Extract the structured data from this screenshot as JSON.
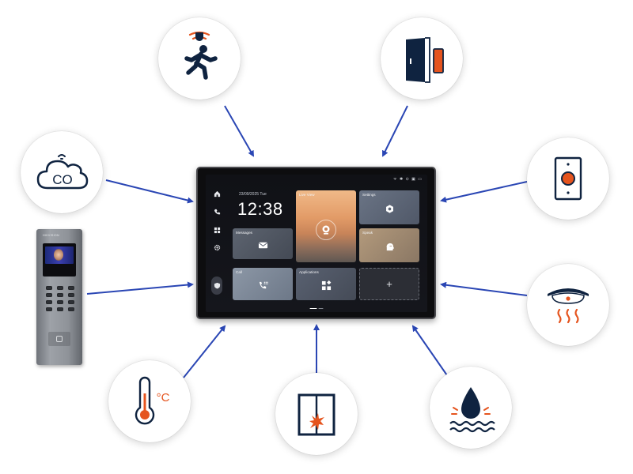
{
  "colors": {
    "arrow": "#2a46b4",
    "icon_dark": "#0f2340",
    "icon_accent": "#e5541e",
    "badge_bg": "#ffffff",
    "screen_bg": "#121318"
  },
  "sensors": [
    {
      "name": "motion-sensor",
      "icon": "person-running-icon"
    },
    {
      "name": "door-contact",
      "icon": "door-sensor-icon"
    },
    {
      "name": "co-detector",
      "icon": "co-cloud-icon",
      "label": "CO"
    },
    {
      "name": "emergency-button",
      "icon": "panic-button-icon"
    },
    {
      "name": "smoke-heat-detector",
      "icon": "heat-detector-icon"
    },
    {
      "name": "temperature-sensor",
      "icon": "thermometer-icon",
      "label": "°C"
    },
    {
      "name": "glass-break-sensor",
      "icon": "glass-break-icon"
    },
    {
      "name": "water-leak-sensor",
      "icon": "water-leak-icon"
    }
  ],
  "monitor": {
    "date": "23/09/2025  Tue",
    "time": "12:38",
    "status_icons": "ᯤ ✱ ⊙ ▣ ▭",
    "nav": [
      "home-icon",
      "phone-icon",
      "apps-icon",
      "gear-icon",
      "shield-icon"
    ],
    "tiles": {
      "messages": "Messages",
      "live_view": "Live View",
      "settings": "Settings",
      "speak": "Speak",
      "call": "Call",
      "applications": "Applications",
      "add": "+"
    }
  },
  "door_station": {
    "brand": "HIKVISION"
  }
}
